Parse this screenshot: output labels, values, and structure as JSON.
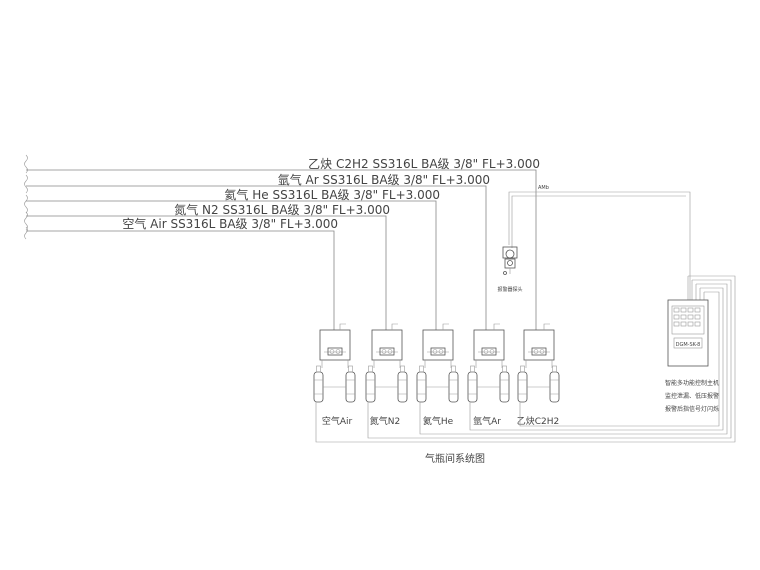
{
  "pipes": [
    {
      "label": "乙炔 C2H2 SS316L BA级 3/8\" FL+3.000"
    },
    {
      "label": "氩气 Ar SS316L BA级 3/8\" FL+3.000"
    },
    {
      "label": "氦气 He SS316L BA级 3/8\" FL+3.000"
    },
    {
      "label": "氮气 N2 SS316L BA级 3/8\" FL+3.000"
    },
    {
      "label": "空气 Air SS316L BA级 3/8\" FL+3.000"
    }
  ],
  "stations": [
    {
      "label": "空气Air"
    },
    {
      "label": "氮气N2"
    },
    {
      "label": "氦气He"
    },
    {
      "label": "氩气Ar"
    },
    {
      "label": "乙炔C2H2"
    }
  ],
  "alarm_line_label": "AMb",
  "alarm_head_label": "报警器探头",
  "controller": {
    "model": "DGM-SK-8",
    "notes": [
      "智能多功能控制主机",
      "监控泄漏、低压报警",
      "报警后指信号灯闪烁"
    ]
  },
  "title": "气瓶间系统图"
}
